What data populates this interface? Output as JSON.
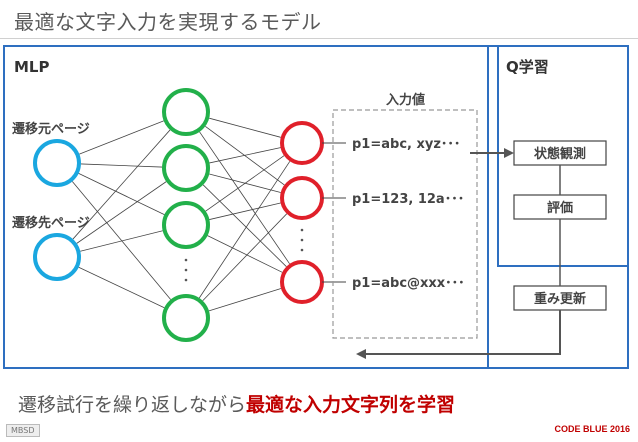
{
  "title": "最適な文字入力を実現するモデル",
  "mlp_label": "MLP",
  "q_label": "Q学習",
  "input_labels": [
    "遷移元ページ",
    "遷移先ページ"
  ],
  "input_value_label": "入力値",
  "input_values": [
    "p1=abc, xyz･･･",
    "p1=123, 12a･･･",
    "p1=abc@xxx･･･"
  ],
  "q_steps": [
    "状態観測",
    "評価",
    "重み更新"
  ],
  "bottom": {
    "prefix": "遷移試行を繰り返しながら",
    "highlight": "最適な入力文字列を学習"
  },
  "footer": {
    "left": "MBSD",
    "right": "CODE BLUE 2016"
  },
  "colors": {
    "input_node": "#1aa7e0",
    "hidden_node": "#22b04a",
    "output_node": "#e0202a",
    "frame": "#2e6fc0"
  }
}
